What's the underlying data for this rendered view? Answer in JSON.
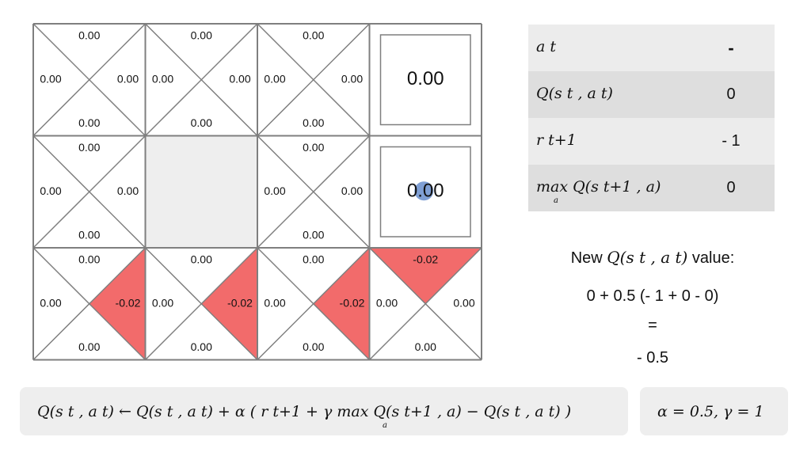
{
  "grid": {
    "rows": [
      [
        {
          "type": "state",
          "top": "0.00",
          "left": "0.00",
          "right": "0.00",
          "bottom": "0.00"
        },
        {
          "type": "state",
          "top": "0.00",
          "left": "0.00",
          "right": "0.00",
          "bottom": "0.00"
        },
        {
          "type": "state",
          "top": "0.00",
          "left": "0.00",
          "right": "0.00",
          "bottom": "0.00"
        },
        {
          "type": "terminal",
          "value": "0.00"
        }
      ],
      [
        {
          "type": "state",
          "top": "0.00",
          "left": "0.00",
          "right": "0.00",
          "bottom": "0.00"
        },
        {
          "type": "wall"
        },
        {
          "type": "state",
          "top": "0.00",
          "left": "0.00",
          "right": "0.00",
          "bottom": "0.00"
        },
        {
          "type": "terminal",
          "value": "0.00",
          "agent": true
        }
      ],
      [
        {
          "type": "state",
          "top": "0.00",
          "left": "0.00",
          "right": "-0.02",
          "bottom": "0.00",
          "highlight": "right"
        },
        {
          "type": "state",
          "top": "0.00",
          "left": "0.00",
          "right": "-0.02",
          "bottom": "0.00",
          "highlight": "right"
        },
        {
          "type": "state",
          "top": "0.00",
          "left": "0.00",
          "right": "-0.02",
          "bottom": "0.00",
          "highlight": "right"
        },
        {
          "type": "state",
          "top": "-0.02",
          "left": "0.00",
          "right": "0.00",
          "bottom": "0.00",
          "highlight": "top"
        }
      ]
    ]
  },
  "colors": {
    "grid_line": "#7f7f7f",
    "wall": "#eeeeee",
    "negative": "#f26b6b",
    "agent": "#7f9fd4",
    "table_dark": "#dedede",
    "table_light": "#ececec"
  },
  "table": {
    "rows": [
      {
        "symbol": "a t",
        "value": "-"
      },
      {
        "symbol": "Q(s t , a t)",
        "value": "0"
      },
      {
        "symbol": "r t+1",
        "value": "- 1"
      },
      {
        "symbol": "max Q(s t+1 , a)",
        "symbol_sub": "a",
        "value": "0"
      }
    ]
  },
  "calc": {
    "title_prefix": "New",
    "title_math": "Q(s t , a t)",
    "title_suffix": "value:",
    "expression": "0 + 0.5 (- 1 + 0 - 0)",
    "equals": "=",
    "result": "- 0.5"
  },
  "formula": {
    "update_rule": "Q(s t , a t)  ← Q(s t , a t) + α ( r t+1 + γ max Q(s t+1 , a) − Q(s t , a t) )",
    "max_sub": "a",
    "params": "α = 0.5, γ = 1"
  }
}
